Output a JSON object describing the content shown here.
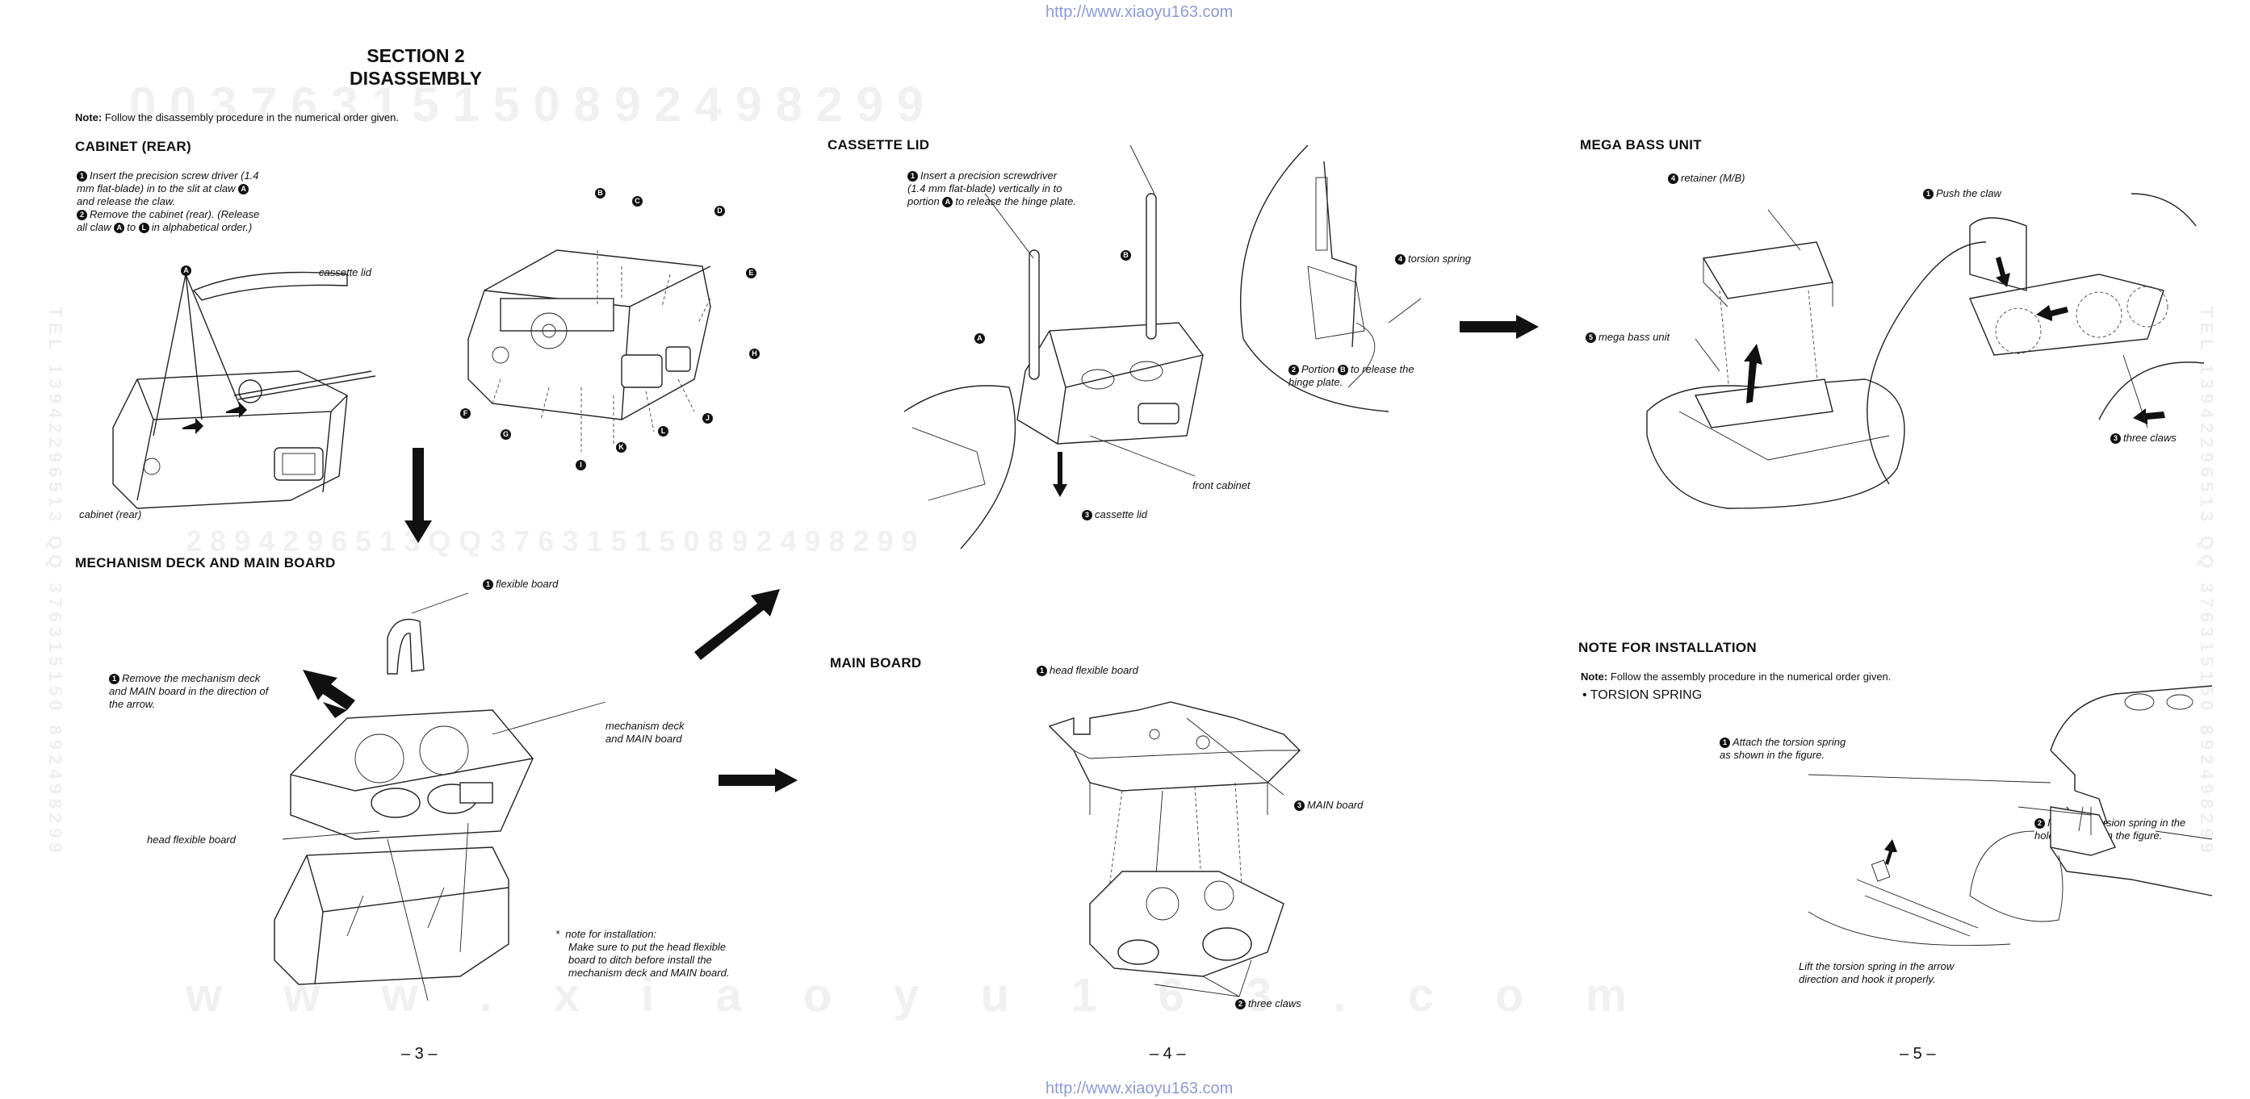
{
  "header_url": "http://www.xiaoyu163.com",
  "footer_url": "http://www.xiaoyu163.com",
  "watermarks": {
    "row1": "0 0   3 7 6 3 1 5 1 5 0          8 9 2 4 9 8 2 9 9",
    "row2": "2 8 9 4 2 9 6 5 1 3              Q Q   3 7 6 3 1 5 1 5 0        8 9 2 4 9 8 2 9 9",
    "row3": "w w w . x i a o y u 1 6 3 . c o m",
    "left_vertical": "TEL 13942296513 QQ 376315150 892498299",
    "right_vertical": "TEL 13942296513 QQ 376315150 892498299"
  },
  "section": {
    "line1": "SECTION 2",
    "line2": "DISASSEMBLY"
  },
  "note_top": {
    "label": "Note:",
    "text": " Follow the disassembly procedure in the numerical order given."
  },
  "cabinet_rear": {
    "heading": "CABINET (REAR)",
    "step1": "Insert the precision screw driver (1.4 mm flat-blade) in to the slit at claw",
    "step1b": "and release the claw.",
    "step2": "Remove the cabinet (rear). (Release all claw",
    "step2b": "to",
    "step2c": "in alphabetical order.)",
    "lbl_cassette_lid": "cassette lid",
    "lbl_cabinet_rear": "cabinet (rear)",
    "claws": [
      "A",
      "B",
      "C",
      "D",
      "E",
      "F",
      "G",
      "H",
      "I",
      "J",
      "K",
      "L"
    ]
  },
  "mech_deck": {
    "heading": "MECHANISM DECK AND MAIN BOARD",
    "step1": "Remove the mechanism deck and MAIN board in the direction of the arrow.",
    "lbl_flexible_board": "flexible board",
    "lbl_mech_deck": "mechanism deck and MAIN board",
    "lbl_head_flex": "head flexible board",
    "note_star": "*",
    "note_title": "note for installation:",
    "note_text": "Make sure to put the head flexible board to ditch before install the mechanism deck and MAIN board."
  },
  "cassette_lid": {
    "heading": "CASSETTE LID",
    "step1": "Insert a precision screwdriver (1.4 mm flat-blade) vertically in to portion",
    "step1b": "to release the hinge plate.",
    "step2": "Portion",
    "step2b": "to release the hinge plate.",
    "lbl_torsion_spring": "torsion spring",
    "lbl_front_cabinet": "front cabinet",
    "lbl_cassette_lid": "cassette lid"
  },
  "main_board": {
    "heading": "MAIN BOARD",
    "lbl_head_flex": "head flexible board",
    "lbl_main_board": "MAIN board",
    "lbl_three_claws": "three claws"
  },
  "mega_bass": {
    "heading": "MEGA BASS UNIT",
    "lbl_retainer": "retainer (M/B)",
    "lbl_push_claw": "Push the claw",
    "lbl_mega_bass_unit": "mega bass unit",
    "lbl_three_claws": "three claws"
  },
  "installation": {
    "heading": "NOTE FOR INSTALLATION",
    "note_label": "Note:",
    "note_text": " Follow the assembly procedure in the numerical order given.",
    "bullet": "• TORSION SPRING",
    "step1": "Attach the torsion spring as shown in the figure.",
    "step2": "Insert the torsion spring in the hole as shown in the figure.",
    "lift": "Lift the torsion spring in the arrow direction and hook it properly."
  },
  "page_numbers": [
    "– 3 –",
    "– 4 –",
    "– 5 –"
  ],
  "step_numbers": [
    "1",
    "2",
    "3",
    "4",
    "5"
  ]
}
